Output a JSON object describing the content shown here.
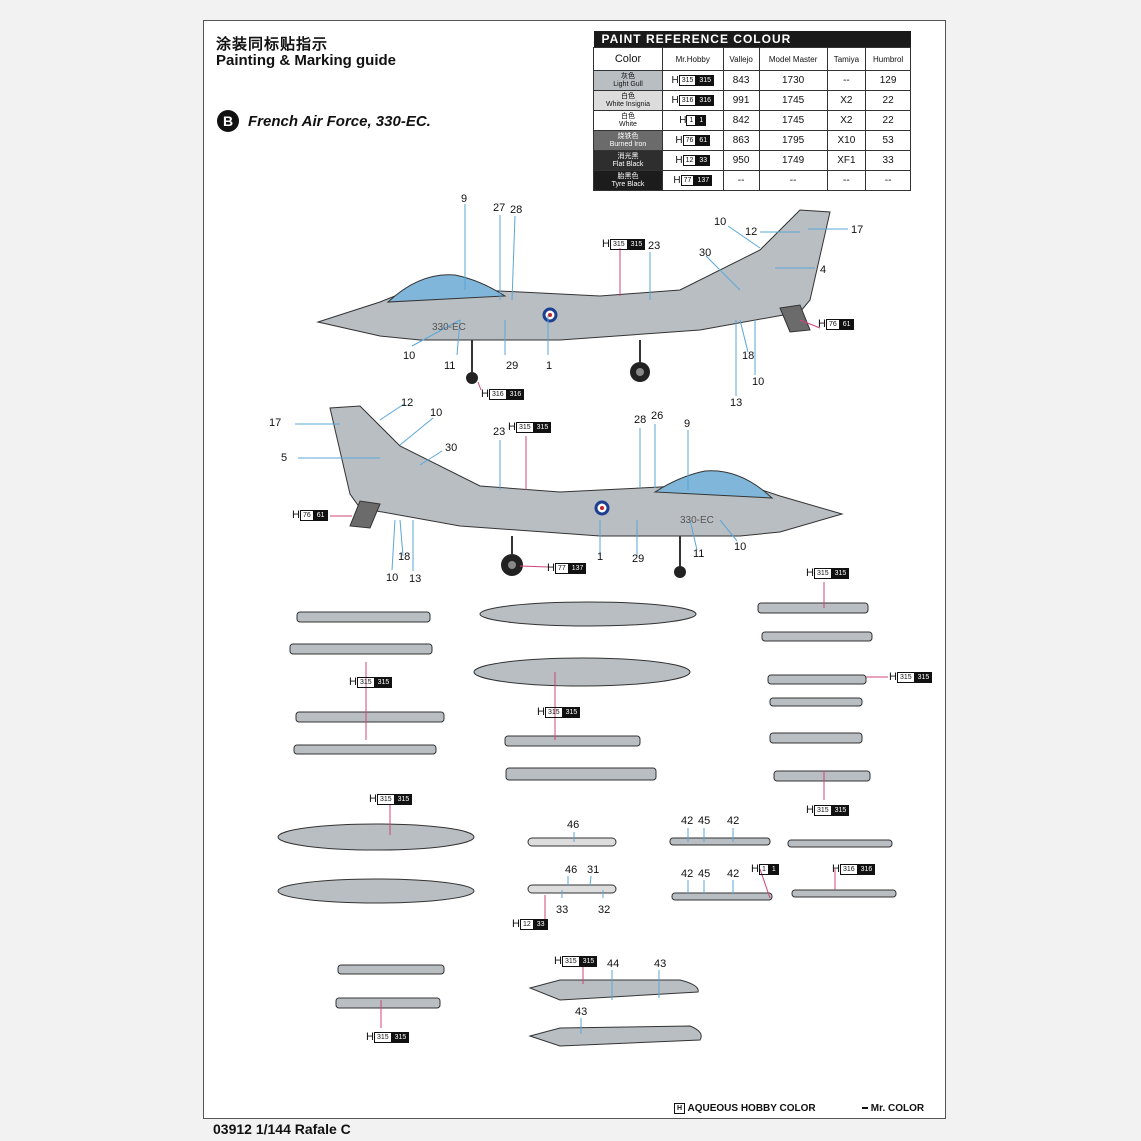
{
  "header": {
    "title_cn": "涂装同标贴指示",
    "title_en": "Painting & Marking guide",
    "scheme_badge": "B",
    "scheme_name": "French Air Force, 330-EC."
  },
  "paint_table": {
    "title": "PAINT  REFERENCE COLOUR",
    "columns": [
      "Color",
      "Mr.Hobby",
      "Vallejo",
      "Model Master",
      "Tamiya",
      "Humbrol"
    ],
    "rows": [
      {
        "cn": "灰色",
        "en": "Light Gull",
        "h": "H",
        "hn": "315",
        "mn": "315",
        "vallejo": "843",
        "mm": "1730",
        "tamiya": "--",
        "humbrol": "129"
      },
      {
        "cn": "白色",
        "en": "White Insignia",
        "h": "H",
        "hn": "316",
        "mn": "316",
        "vallejo": "991",
        "mm": "1745",
        "tamiya": "X2",
        "humbrol": "22"
      },
      {
        "cn": "白色",
        "en": "White",
        "h": "H",
        "hn": "1",
        "mn": "1",
        "vallejo": "842",
        "mm": "1745",
        "tamiya": "X2",
        "humbrol": "22"
      },
      {
        "cn": "烧铁色",
        "en": "Burned Iron",
        "h": "H",
        "hn": "76",
        "mn": "61",
        "vallejo": "863",
        "mm": "1795",
        "tamiya": "X10",
        "humbrol": "53"
      },
      {
        "cn": "消光黑",
        "en": "Flat Black",
        "h": "H",
        "hn": "12",
        "mn": "33",
        "vallejo": "950",
        "mm": "1749",
        "tamiya": "XF1",
        "humbrol": "33"
      },
      {
        "cn": "胎黑色",
        "en": "Tyre Black",
        "h": "H",
        "hn": "77",
        "mn": "137",
        "vallejo": "--",
        "mm": "--",
        "tamiya": "--",
        "humbrol": "--"
      }
    ]
  },
  "callouts_top": [
    "9",
    "27",
    "28",
    "23",
    "10",
    "12",
    "17",
    "30",
    "4",
    "10",
    "11",
    "29",
    "1",
    "18",
    "10",
    "13"
  ],
  "callouts_bottom": [
    "17",
    "12",
    "10",
    "5",
    "30",
    "23",
    "28",
    "26",
    "9",
    "18",
    "10",
    "13",
    "1",
    "29",
    "11",
    "10"
  ],
  "callouts_weapons": [
    "46",
    "46",
    "31",
    "33",
    "32",
    "42",
    "45",
    "42",
    "42",
    "45",
    "42",
    "44",
    "43",
    "43"
  ],
  "codes": {
    "h315": {
      "h": "H",
      "a": "315",
      "b": "315"
    },
    "h316": {
      "h": "H",
      "a": "316",
      "b": "316"
    },
    "h76": {
      "h": "H",
      "a": "76",
      "b": "61"
    },
    "h77": {
      "h": "H",
      "a": "77",
      "b": "137"
    },
    "h12": {
      "h": "H",
      "a": "12",
      "b": "33"
    },
    "h1": {
      "h": "H",
      "a": "1",
      "b": "1"
    }
  },
  "aircraft_marking": "330-EC",
  "colors": {
    "light_gull": "#b9bec3",
    "burned_iron": "#6b6b6b",
    "canopy": "#7fb6d9",
    "callout_line": "#5aa7d6",
    "code_line": "#d0447a"
  },
  "footer": {
    "kit": "03912 1/144 Rafale C",
    "legend_h": "H",
    "legend_h_label": "AQUEOUS HOBBY COLOR",
    "legend_m": "",
    "legend_m_label": "Mr. COLOR"
  }
}
